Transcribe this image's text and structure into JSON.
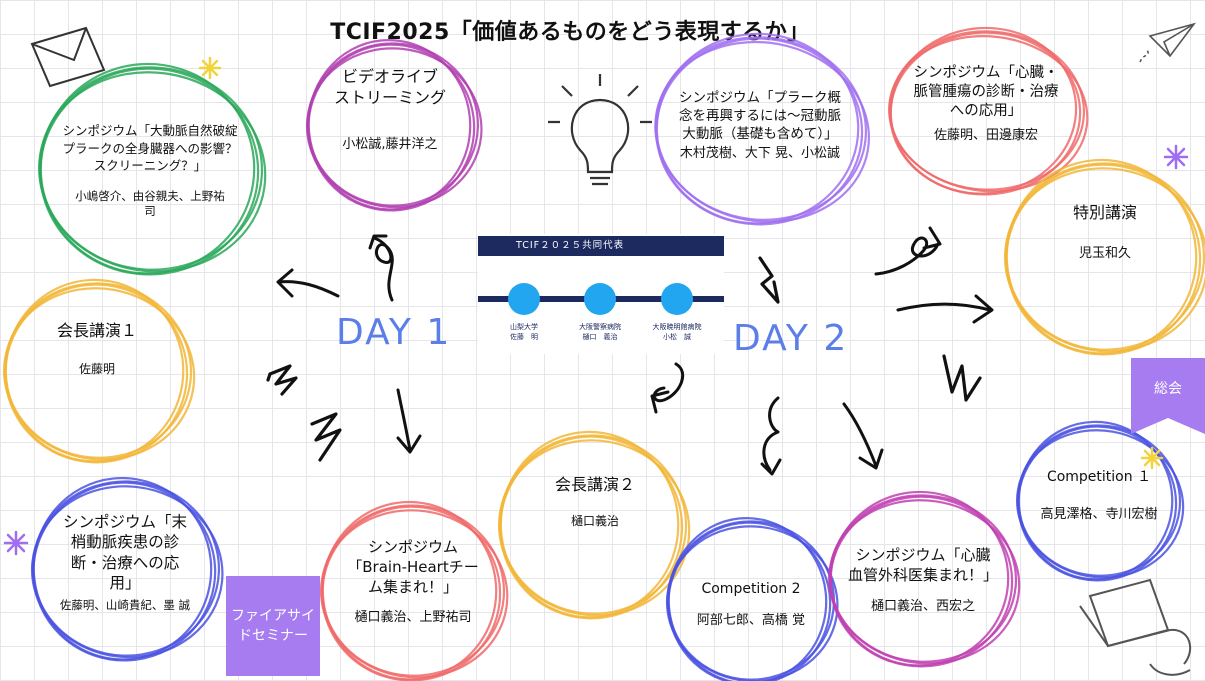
{
  "title": "TCIF2025「価値あるものをどう表現するか」",
  "days": {
    "day1": "DAY 1",
    "day2": "DAY 2"
  },
  "banner": {
    "header": "TCIF２０２５共同代表",
    "orgs": [
      {
        "hospital": "山梨大学",
        "name": "佐藤　明"
      },
      {
        "hospital": "大阪警察病院",
        "name": "樋口　義治"
      },
      {
        "hospital": "大阪暁明館病院",
        "name": "小松　誠"
      }
    ]
  },
  "nodes": {
    "video_live": {
      "title": [
        "ビデオライブ",
        "ストリーミング"
      ],
      "people": [
        "小松誠,藤井洋之"
      ],
      "color": "#b040b0"
    },
    "sym_aorta": {
      "title": [
        "シンポジウム「大動脈自然破綻",
        "プラークの全身臓器への影響？",
        "スクリーニング？」"
      ],
      "people": [
        "小嶋啓介、由谷親夫、上野祐",
        "司"
      ],
      "color": "#2aa85a"
    },
    "chair1": {
      "title": [
        "会長講演１"
      ],
      "people": [
        "佐藤明"
      ],
      "color": "#f2b637"
    },
    "sym_peripheral": {
      "title": [
        "シンポジウム「末",
        "梢動脈疾患の診",
        "断・治療への応",
        "用」"
      ],
      "people": [
        "佐藤明、山崎貴紀、墨 誠"
      ],
      "color": "#4a52e0"
    },
    "sym_brain": {
      "title": [
        "シンポジウム",
        "「Brain-Heartチー",
        "ム集まれ！」"
      ],
      "people": [
        "樋口義治、上野祐司"
      ],
      "color": "#f06a6a"
    },
    "chair2": {
      "title": [
        "会長講演２"
      ],
      "people": [
        "樋口義治"
      ],
      "color": "#f2b637"
    },
    "comp2": {
      "title": [
        "Competition 2"
      ],
      "people": [
        "阿部七郎、高橋 覚"
      ],
      "color": "#4a52e0"
    },
    "sym_cv_surgery": {
      "title": [
        "シンポジウム「心臓",
        "血管外科医集まれ！」"
      ],
      "people": [
        "樋口義治、西宏之"
      ],
      "color": "#c040b0"
    },
    "sym_plaque": {
      "title": [
        "シンポジウム「プラーク概",
        "念を再興するには〜冠動脈",
        "大動脈（基礎も含めて）」"
      ],
      "people": [
        "木村茂樹、大下 晃、小松誠"
      ],
      "color": "#a070f0"
    },
    "sym_tumor": {
      "title": [
        "シンポジウム「心臓・",
        "脈管腫瘍の診断・治療",
        "への応用」"
      ],
      "people": [
        "佐藤明、田邊康宏"
      ],
      "color": "#f06a6a"
    },
    "special": {
      "title": [
        "特別講演"
      ],
      "people": [
        "児玉和久"
      ],
      "color": "#f2b637"
    },
    "comp1": {
      "title": [
        "Competition １"
      ],
      "people": [
        "高見澤格、寺川宏樹"
      ],
      "color": "#4a52e0"
    }
  },
  "tags": {
    "fireside": [
      "ファイアサイ",
      "ドセミナー"
    ],
    "general": "総会"
  },
  "icons": [
    "envelope-icon",
    "lightbulb-icon",
    "paper-plane-icon",
    "laptop-icon",
    "sparkle-icon",
    "arrow-icon",
    "zigzag-icon",
    "loop-arrow-icon"
  ],
  "colors": {
    "accent_blue": "#5b7ee8",
    "tag_purple": "#a67cf0",
    "banner_navy": "#1c2a60",
    "dot_blue": "#22a6f0"
  }
}
